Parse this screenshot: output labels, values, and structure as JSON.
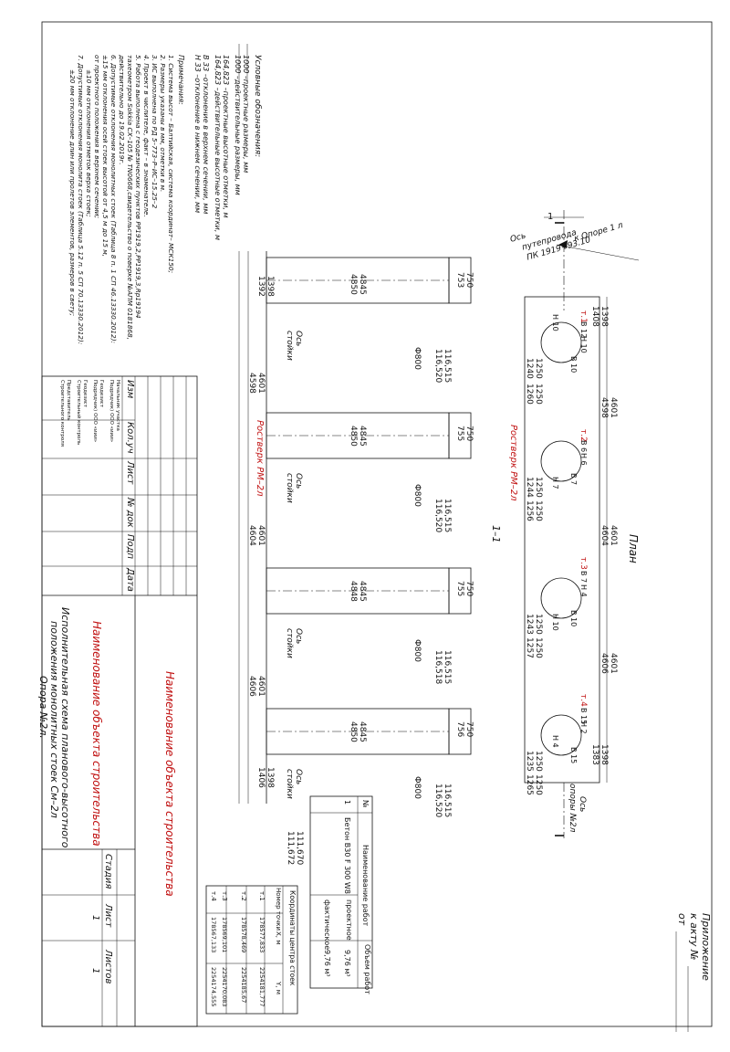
{
  "appendix": {
    "line1": "Приложение",
    "line2": "к акту №",
    "line3": "от"
  },
  "legend": {
    "title": "Условные обозначения:",
    "items": [
      "1000 –проектные размеры, мм",
      "1000 –действительные размеры, мм",
      "164,823 –проектные высотные отметки, м",
      "164,823 –действительные высотные отметки, м",
      "В 33 –отклонение в верхнем сечении, мм",
      "Н 33 –отклонение в нижнем сечении, мм"
    ]
  },
  "notes": {
    "title": "Примечания:",
    "items": [
      "1. Система высот – Балтийская, система координат– МСК150;",
      "2. Размеры указаны в мм, отметки в м.",
      "3. ИС выполнена по РД 5–773–Р–ИС–15.25–2",
      "4. Проект в числителе, факт – в знаменателе.",
      "5. Работа выполнена с геодезических пунктов РР1919,2,РР1919,3,Rp19194",
      "тахеометром Sokkia СХ–105 № TN0668,свидетельство о поверке №АПМ 0181868,",
      "действительно до 19.02.2019г.",
      "6. Допустимые отклонения монолитных стоек (Таблица 8 п. 1 СП 46.13330.2012):",
      "±15 мм отклонения осей стоек высотой от 4,5 м до 15 м,",
      "от проектного положения в верхнем сечении;",
      "±10 мм отклонения отметок верха стоек;",
      "7. Допустимые отклонения монолита стоек (Таблица 5.12 п. 5 СП 70.13330.2012):",
      "±20 мм отклонение длин или пролетов элементов, размеров в свету;"
    ]
  },
  "plan": {
    "title": "План",
    "axis_label_1": "Ось",
    "axis_label_2": "путепровода",
    "axis_label_3": "ПК 1919+93.10",
    "to_support": "к Опоре 1 л",
    "support_axis_1": "Ось",
    "support_axis_2": "опоры №2л",
    "grillage": "Ростверк РМ–2л",
    "cut_mark": "1",
    "end_top_proj": "1398",
    "end_top_fact": "1408",
    "end_bottom_proj": "1398",
    "end_bottom_fact": "1383",
    "columns": [
      {
        "name": "т.1",
        "v1": "В 12",
        "v2": "В 10",
        "h1": "Н 10",
        "h2": "Н 10",
        "w_proj_l": "1250",
        "w_fact_l": "1260",
        "w_proj_r": "1250",
        "w_fact_r": "1240"
      },
      {
        "name": "т.2",
        "v1": "В 6",
        "v2": "В 7",
        "h1": "Н 6",
        "h2": "Н 7",
        "w_proj_l": "1250",
        "w_fact_l": "1256",
        "w_proj_r": "1250",
        "w_fact_r": "1244"
      },
      {
        "name": "т.3",
        "v1": "В 7",
        "v2": "В 10",
        "h1": "Н 4",
        "h2": "Н 10",
        "w_proj_l": "1250",
        "w_fact_l": "1257",
        "w_proj_r": "1250",
        "w_fact_r": "1243"
      },
      {
        "name": "т.4",
        "v1": "В 15",
        "v2": "В 15",
        "h1": "Н 2",
        "h2": "Н 4",
        "w_proj_l": "1250",
        "w_fact_l": "1265",
        "w_proj_r": "1250",
        "w_fact_r": "1235"
      }
    ],
    "spans": [
      {
        "proj": "4601",
        "fact": "4598"
      },
      {
        "proj": "4601",
        "fact": "4604"
      },
      {
        "proj": "4601",
        "fact": "4606"
      }
    ]
  },
  "section": {
    "title": "1–1",
    "grillage": "Ростверк РМ–2л",
    "axis_1": "Ось",
    "axis_2": "стойки",
    "diameter": "Ф800",
    "base_proj": "111,670",
    "base_fact": "111,672",
    "end_left_proj": "1398",
    "end_left_fact": "1392",
    "end_right_proj": "1398",
    "end_right_fact": "1406",
    "columns": [
      {
        "h_proj": "4845",
        "h_fact": "4850",
        "cap_proj": "750",
        "cap_fact": "753",
        "top_proj": "116,515",
        "top_fact": "116,520"
      },
      {
        "h_proj": "4845",
        "h_fact": "4850",
        "cap_proj": "750",
        "cap_fact": "755",
        "top_proj": "116,515",
        "top_fact": "116,520"
      },
      {
        "h_proj": "4845",
        "h_fact": "4848",
        "cap_proj": "750",
        "cap_fact": "755",
        "top_proj": "116,515",
        "top_fact": "116,518"
      },
      {
        "h_proj": "4845",
        "h_fact": "4850",
        "cap_proj": "750",
        "cap_fact": "756",
        "top_proj": "116,515",
        "top_fact": "116,520"
      }
    ],
    "spans": [
      {
        "proj": "4601",
        "fact": "4598"
      },
      {
        "proj": "4601",
        "fact": "4604"
      },
      {
        "proj": "4601",
        "fact": "4606"
      }
    ]
  },
  "volume_table": {
    "headers": [
      "№",
      "Наименование работ",
      "Объем работ"
    ],
    "sub_headers": [
      "проектное",
      "фактическое"
    ],
    "rows": [
      {
        "num": "1",
        "name": "Бетон В30 F 300 W8",
        "proj": "9,76 м³",
        "fact": "9,76 м³"
      }
    ]
  },
  "coord_table": {
    "title": "Координаты центра стоек",
    "headers": [
      "Номер точки",
      "X, м",
      "Y, м"
    ],
    "rows": [
      {
        "pt": "т.1",
        "x": "178577,833",
        "y": "2254181,777"
      },
      {
        "pt": "т.2",
        "x": "178578,469",
        "y": "2254185,67"
      },
      {
        "pt": "т.3",
        "x": "178569,101",
        "y": "2254170,083"
      },
      {
        "pt": "т.4",
        "x": "178567,133",
        "y": "2254174,555"
      }
    ]
  },
  "stamp": {
    "col_headers": [
      "Изм",
      "Кол.уч",
      "Лист",
      "№ док",
      "Подп",
      "Дата"
    ],
    "roles": [
      "Начальник участка",
      "Подрядчик) ООО «иии»",
      "Геодезист",
      "Подрядчик) ООО «иии»",
      "Геодезист",
      "Строительный контроль",
      "Представитель",
      "Строительного контроля"
    ],
    "object_name_1": "Наименование объекта строительства",
    "object_name_2": "Наименование объекта строительства",
    "doc_title_1": "Исполнительная схема планового-высотного",
    "doc_title_2": "положения монолитных стоек См–2л",
    "doc_title_3": "Опора №2л.",
    "stage_label": "Стадия",
    "sheet_label": "Лист",
    "sheets_label": "Листов",
    "sheet_value": "1",
    "sheets_value": "1"
  },
  "colors": {
    "ink": "#111111",
    "accent": "#c01010"
  }
}
